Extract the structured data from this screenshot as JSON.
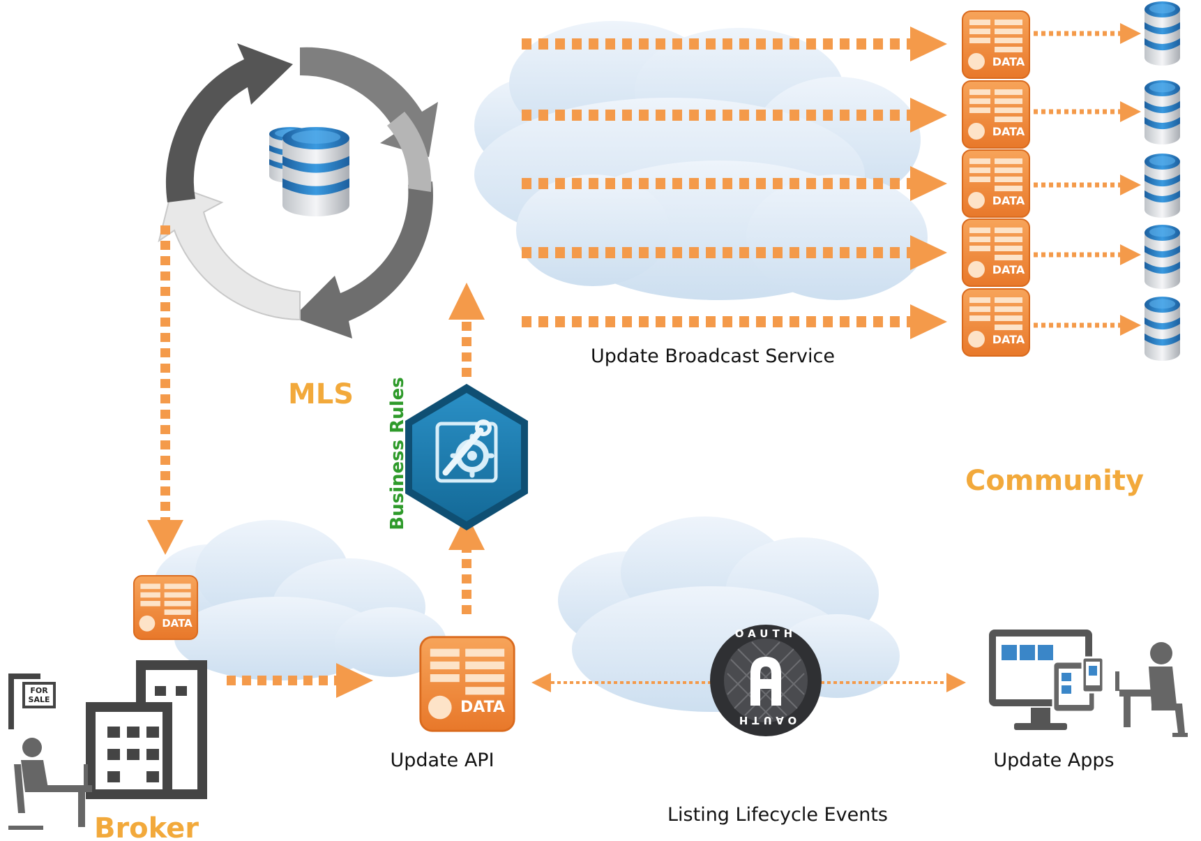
{
  "labels": {
    "mls": "MLS",
    "business_rules": "Business Rules",
    "update_broadcast": "Update Broadcast Service",
    "community": "Community",
    "update_api": "Update API",
    "update_apps": "Update Apps",
    "listing_events": "Listing Lifecycle Events",
    "broker": "Broker",
    "data_tag": "DATA",
    "oauth_top": "OAUTH",
    "oauth_bottom": "OAUTH",
    "oauth_letter": "A",
    "sign_line1": "FOR",
    "sign_line2": "SALE"
  },
  "colors": {
    "accent_orange": "#f2a93b",
    "arrow_orange": "#f49a4a",
    "rules_green": "#2e9a2a",
    "db_blue": "#2a7fc4",
    "cloud": "#dde9f5",
    "ring_gray": "#8a8a8a",
    "hex_blue": "#1d7fb0"
  },
  "icons": [
    "database-icon",
    "data-server-icon",
    "gear-wrench-icon",
    "oauth-badge-icon",
    "building-icon",
    "for-sale-sign-icon",
    "broker-desk-person-icon",
    "devices-icon",
    "app-user-desk-icon",
    "refresh-cycle-icon",
    "cloud-shape"
  ]
}
